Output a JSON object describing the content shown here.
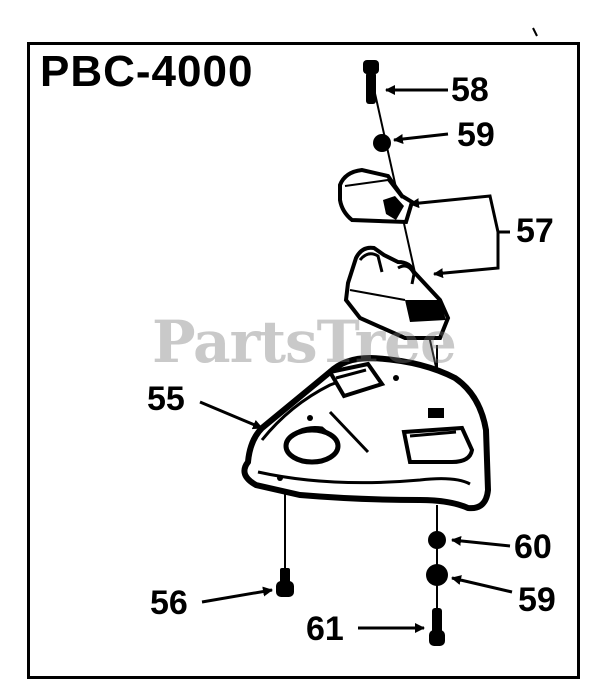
{
  "diagram": {
    "model_title": "PBC-4000",
    "watermark": "PartsTree",
    "callouts": {
      "c58": "58",
      "c59_top": "59",
      "c57": "57",
      "c55": "55",
      "c60": "60",
      "c59_bottom": "59",
      "c56": "56",
      "c61": "61"
    }
  }
}
